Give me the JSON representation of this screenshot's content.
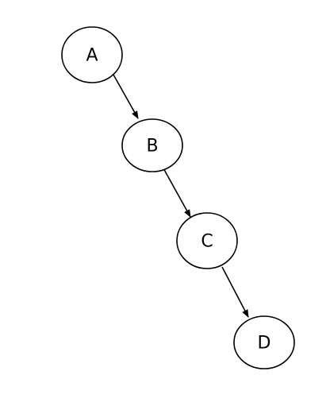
{
  "diagram": {
    "type": "directed-graph",
    "nodes": [
      {
        "id": "A",
        "label": "A"
      },
      {
        "id": "B",
        "label": "B"
      },
      {
        "id": "C",
        "label": "C"
      },
      {
        "id": "D",
        "label": "D"
      }
    ],
    "edges": [
      {
        "from": "A",
        "to": "B"
      },
      {
        "from": "B",
        "to": "C"
      },
      {
        "from": "C",
        "to": "D"
      }
    ],
    "colors": {
      "stroke": "#000000",
      "fill": "#ffffff",
      "text": "#000000"
    }
  }
}
